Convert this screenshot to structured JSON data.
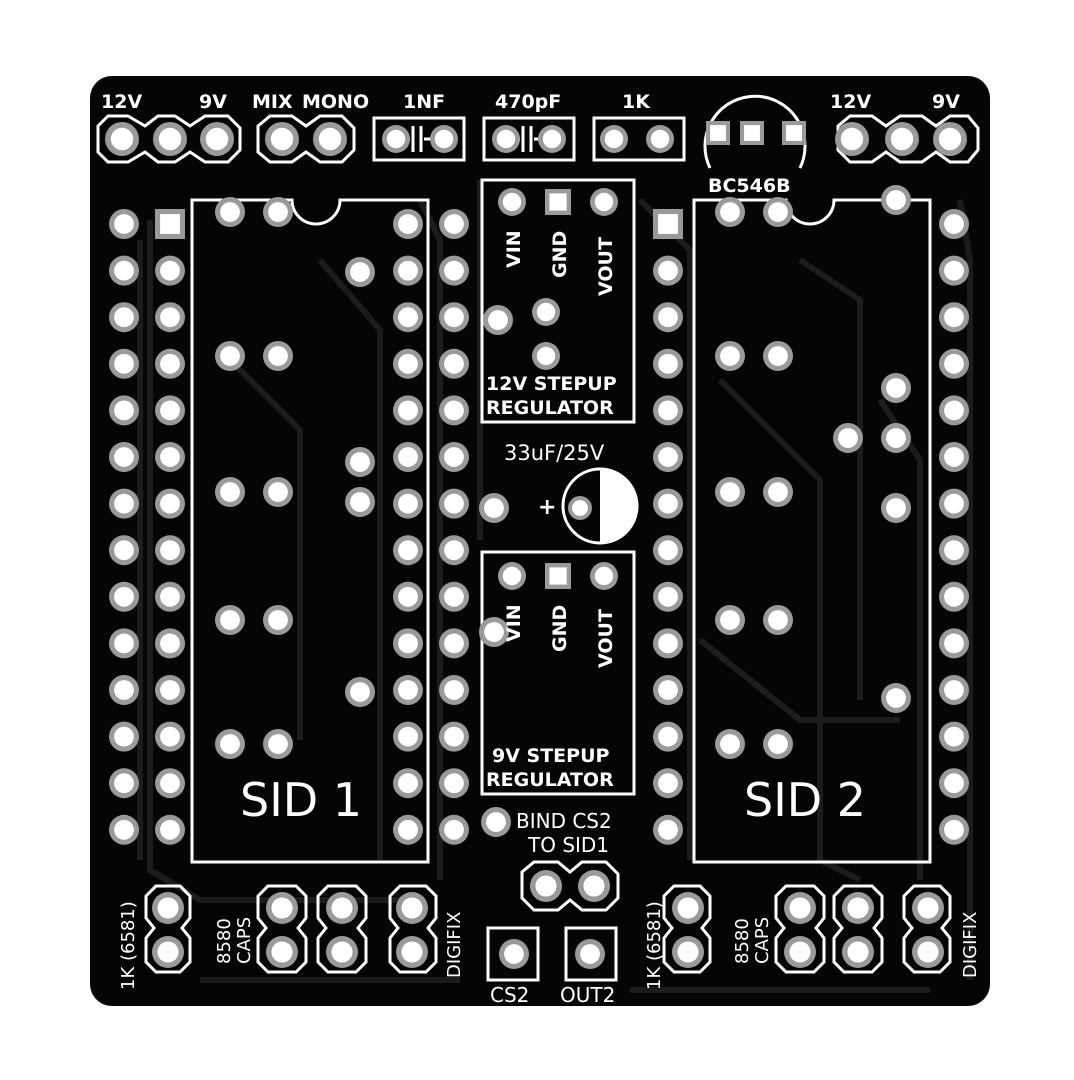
{
  "board": {
    "colors": {
      "board": "#050505",
      "trace": "#1b1b1b",
      "silk": "#ffffff",
      "copper": "#9a9a9a",
      "hole": "#ffffff"
    }
  },
  "labels": {
    "top_left": {
      "v12": "12V",
      "v9": "9V",
      "mix": "MIX",
      "mono": "MONO"
    },
    "cap_1nf": "1NF",
    "cap_470pf": "470pF",
    "res_1k": "1K",
    "transistor": "BC546B",
    "top_right": {
      "v12": "12V",
      "v9": "9V"
    },
    "reg12": {
      "vin": "VIN",
      "gnd": "GND",
      "vout": "VOUT",
      "title_line1": "12V STEPUP",
      "title_line2": "REGULATOR"
    },
    "electrolytic": "33uF/25V",
    "polarity_plus": "+",
    "reg9": {
      "vin": "VIN",
      "gnd": "GND",
      "vout": "VOUT",
      "title_line1": "9V STEPUP",
      "title_line2": "REGULATOR"
    },
    "sid1": "SID 1",
    "sid2": "SID 2",
    "bind": {
      "line1": "BIND CS2",
      "line2": "TO SID1"
    },
    "cs2": "CS2",
    "out2": "OUT2",
    "left_block": {
      "r1k": "1K (6581)",
      "caps_line1": "8580",
      "caps_line2": "CAPS",
      "digifix": "DIGIFIX"
    },
    "right_block": {
      "r1k": "1K (6581)",
      "caps_line1": "8580",
      "caps_line2": "CAPS",
      "digifix": "DIGIFIX"
    }
  }
}
